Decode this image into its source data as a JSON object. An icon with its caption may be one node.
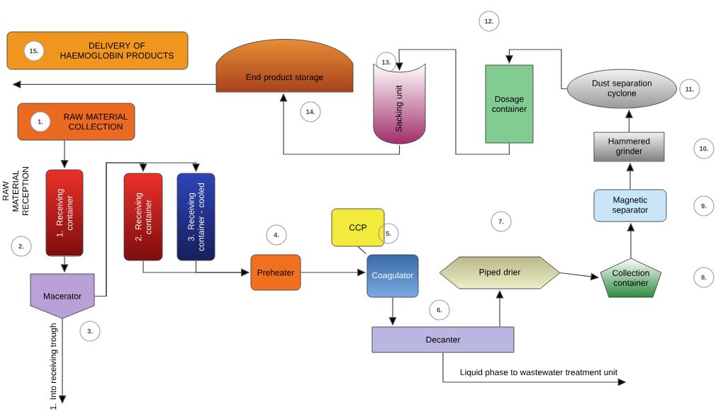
{
  "diagram": {
    "nodes": [
      {
        "text": [
          "DELIVERY OF HAEMOGLOBIN PRODUCTS"
        ]
      },
      {
        "text": [
          "15."
        ],
        "in": 0
      },
      {
        "text": [
          "End product storage"
        ]
      },
      {
        "text": [
          "13."
        ]
      },
      {
        "text": [
          "12."
        ]
      },
      {
        "text": [
          "Sacking unit"
        ]
      },
      {
        "text": [
          "Dosage container"
        ]
      },
      {
        "text": [
          "Dust separation cyclone"
        ]
      },
      {
        "text": [
          "11."
        ]
      },
      {
        "text": [
          "14."
        ]
      },
      {
        "text": [
          "RAW MATERIAL COLLECTION"
        ]
      },
      {
        "text": [
          "1."
        ],
        "in": 10
      },
      {
        "text": [
          "Hammered grinder"
        ]
      },
      {
        "text": [
          "10."
        ]
      },
      {
        "text": [
          "1. Receiving container"
        ]
      },
      {
        "text": [
          "2. Receiving container"
        ]
      },
      {
        "text": [
          "3. Receiving container - cooled"
        ]
      },
      {
        "text": [
          "Magnetic separator"
        ]
      },
      {
        "text": [
          "9."
        ]
      },
      {
        "text": [
          "4."
        ]
      },
      {
        "text": [
          "CCP"
        ]
      },
      {
        "text": [
          "5."
        ]
      },
      {
        "text": [
          "7."
        ]
      },
      {
        "text": [
          "2."
        ]
      },
      {
        "text": [
          "Macerator"
        ]
      },
      {
        "text": [
          "Preheater"
        ]
      },
      {
        "text": [
          "Coagulator"
        ]
      },
      {
        "text": [
          "Piped drier"
        ]
      },
      {
        "text": [
          "Collection container"
        ]
      },
      {
        "text": [
          "8."
        ]
      },
      {
        "text": [
          "3."
        ]
      },
      {
        "text": [
          "6."
        ]
      },
      {
        "text": [
          "Decanter"
        ]
      }
    ],
    "edges": [
      {
        "from": 2,
        "to": null,
        "arrow": "to"
      },
      {
        "from": 10,
        "to": 14,
        "arrow": "to"
      },
      {
        "from": 14,
        "to": 24,
        "arrow": "to"
      },
      {
        "from": 24,
        "to": 15,
        "arrow": "to"
      },
      {
        "from": 24,
        "to": 16,
        "arrow": "to"
      },
      {
        "from": 15,
        "to": 25,
        "arrow": "to"
      },
      {
        "from": 16,
        "to": 25,
        "arrow": "to"
      },
      {
        "from": 25,
        "to": 26,
        "arrow": "to"
      },
      {
        "from": 20,
        "to": 26,
        "arrow": "none"
      },
      {
        "from": 26,
        "to": 32,
        "arrow": "to"
      },
      {
        "from": 32,
        "to": 27,
        "arrow": "to"
      },
      {
        "from": 27,
        "to": 28,
        "arrow": "to"
      },
      {
        "from": 28,
        "to": 17,
        "arrow": "to"
      },
      {
        "from": 17,
        "to": 12,
        "arrow": "to"
      },
      {
        "from": 12,
        "to": 7,
        "arrow": "to"
      },
      {
        "from": 7,
        "to": 6,
        "arrow": "to"
      },
      {
        "from": 6,
        "to": 5,
        "arrow": "to"
      },
      {
        "from": 5,
        "to": 2,
        "arrow": "to"
      },
      {
        "from": 24,
        "to": null,
        "arrow": "to",
        "label": "1. Into receiving trough"
      },
      {
        "from": 32,
        "to": null,
        "arrow": "to",
        "label": "Liquid phase to wastewater treatment unit"
      }
    ],
    "labels": [
      "RAW MATERIAL RECEPTION"
    ]
  }
}
